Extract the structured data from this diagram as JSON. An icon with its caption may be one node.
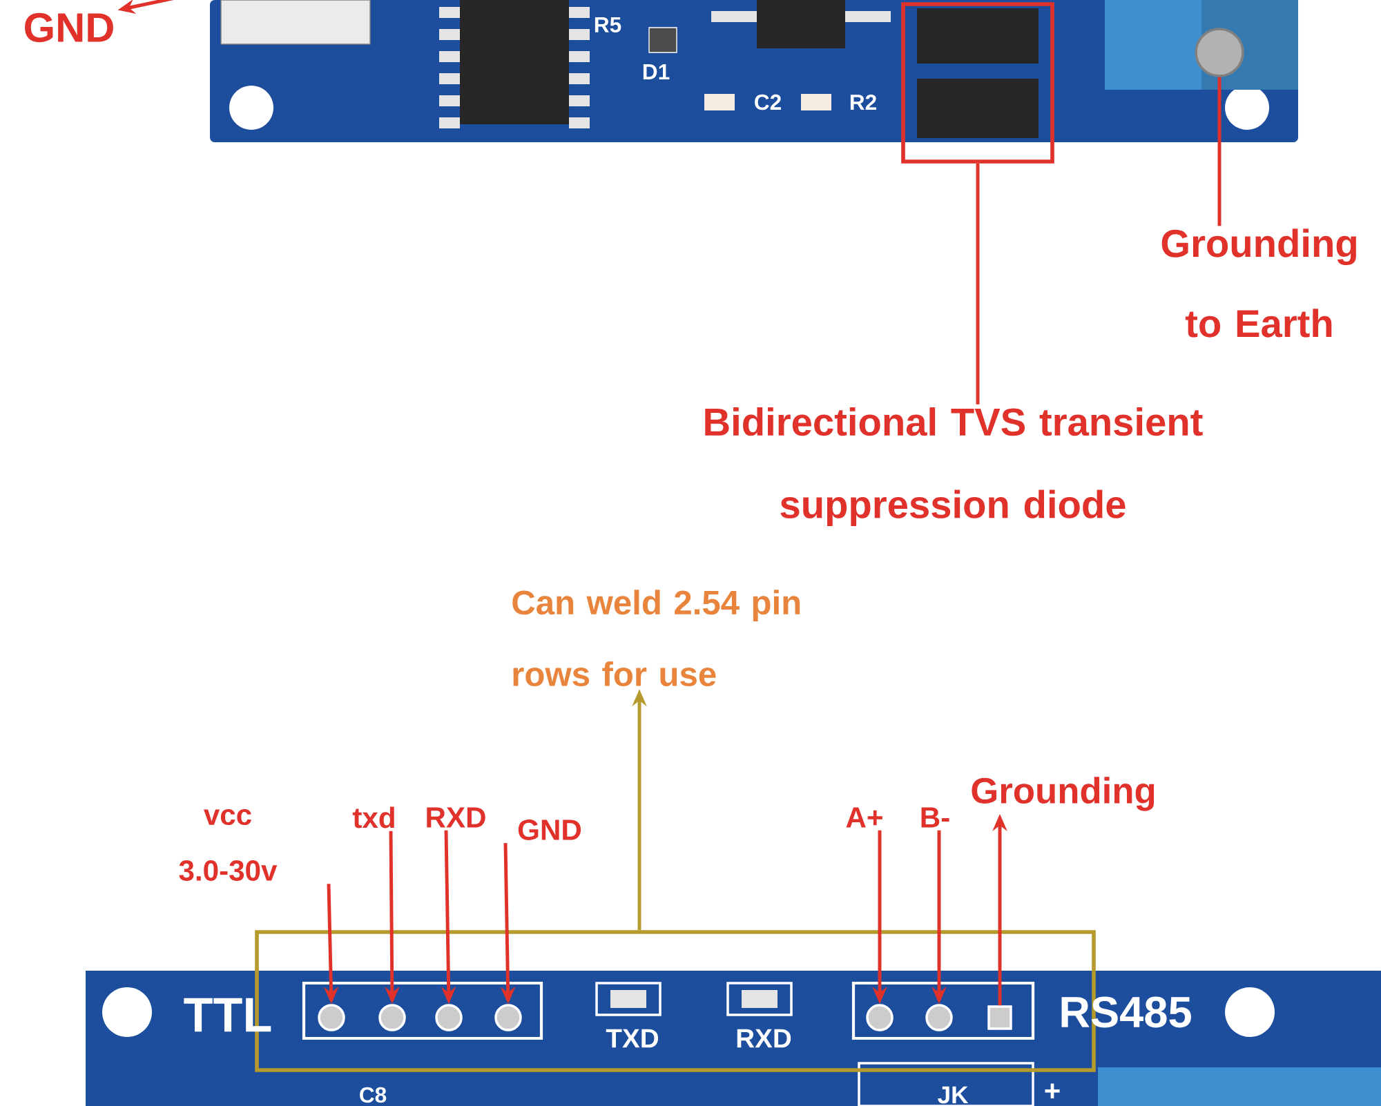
{
  "diagram": {
    "nodes": [
      {
        "text": [
          "GND"
        ]
      },
      {
        "text": [],
        "shape": "box"
      },
      {
        "text": [],
        "shape": "circle"
      },
      {
        "text": [
          "Grounding to Earth"
        ]
      },
      {
        "text": [
          "Bidirectional TVS transient suppression diode"
        ]
      },
      {
        "text": [],
        "shape": "box"
      },
      {
        "text": [
          "Can weld 2.54 pin rows for use"
        ]
      },
      {
        "text": [
          "vcc",
          "3.0-30v"
        ]
      },
      {
        "text": [
          "txd"
        ]
      },
      {
        "text": [
          "RXD"
        ]
      },
      {
        "text": [
          "GND"
        ]
      },
      {
        "text": [
          "A+"
        ]
      },
      {
        "text": [
          "B-"
        ]
      },
      {
        "text": [
          "Grounding"
        ]
      },
      {
        "text": [],
        "shape": "circle",
        "in": 5
      },
      {
        "text": [],
        "shape": "circle",
        "in": 5
      },
      {
        "text": [],
        "shape": "circle",
        "in": 5
      },
      {
        "text": [],
        "shape": "circle",
        "in": 5
      },
      {
        "text": [],
        "shape": "circle",
        "in": 5
      },
      {
        "text": [],
        "shape": "circle",
        "in": 5
      },
      {
        "text": [],
        "shape": "box",
        "in": 5
      }
    ],
    "edges": [
      {
        "from": null,
        "to": 0,
        "arrow": "to"
      },
      {
        "from": 1,
        "to": 4,
        "arrow": "none"
      },
      {
        "from": 2,
        "to": 3,
        "arrow": "none"
      },
      {
        "from": 5,
        "to": 6,
        "arrow": "to",
        "color": "#b59a2e"
      },
      {
        "from": 7,
        "to": 14,
        "arrow": "to"
      },
      {
        "from": 8,
        "to": 15,
        "arrow": "to"
      },
      {
        "from": 9,
        "to": 16,
        "arrow": "to"
      },
      {
        "from": 10,
        "to": 17,
        "arrow": "to"
      },
      {
        "from": 11,
        "to": 18,
        "arrow": "to"
      },
      {
        "from": 12,
        "to": 19,
        "arrow": "to"
      },
      {
        "from": 20,
        "to": 13,
        "arrow": "to"
      }
    ],
    "labels": [
      "R5",
      "D1",
      "C2",
      "R2",
      "TTL",
      "TXD",
      "RXD",
      "RS485",
      "C8",
      "JK",
      "+"
    ]
  }
}
